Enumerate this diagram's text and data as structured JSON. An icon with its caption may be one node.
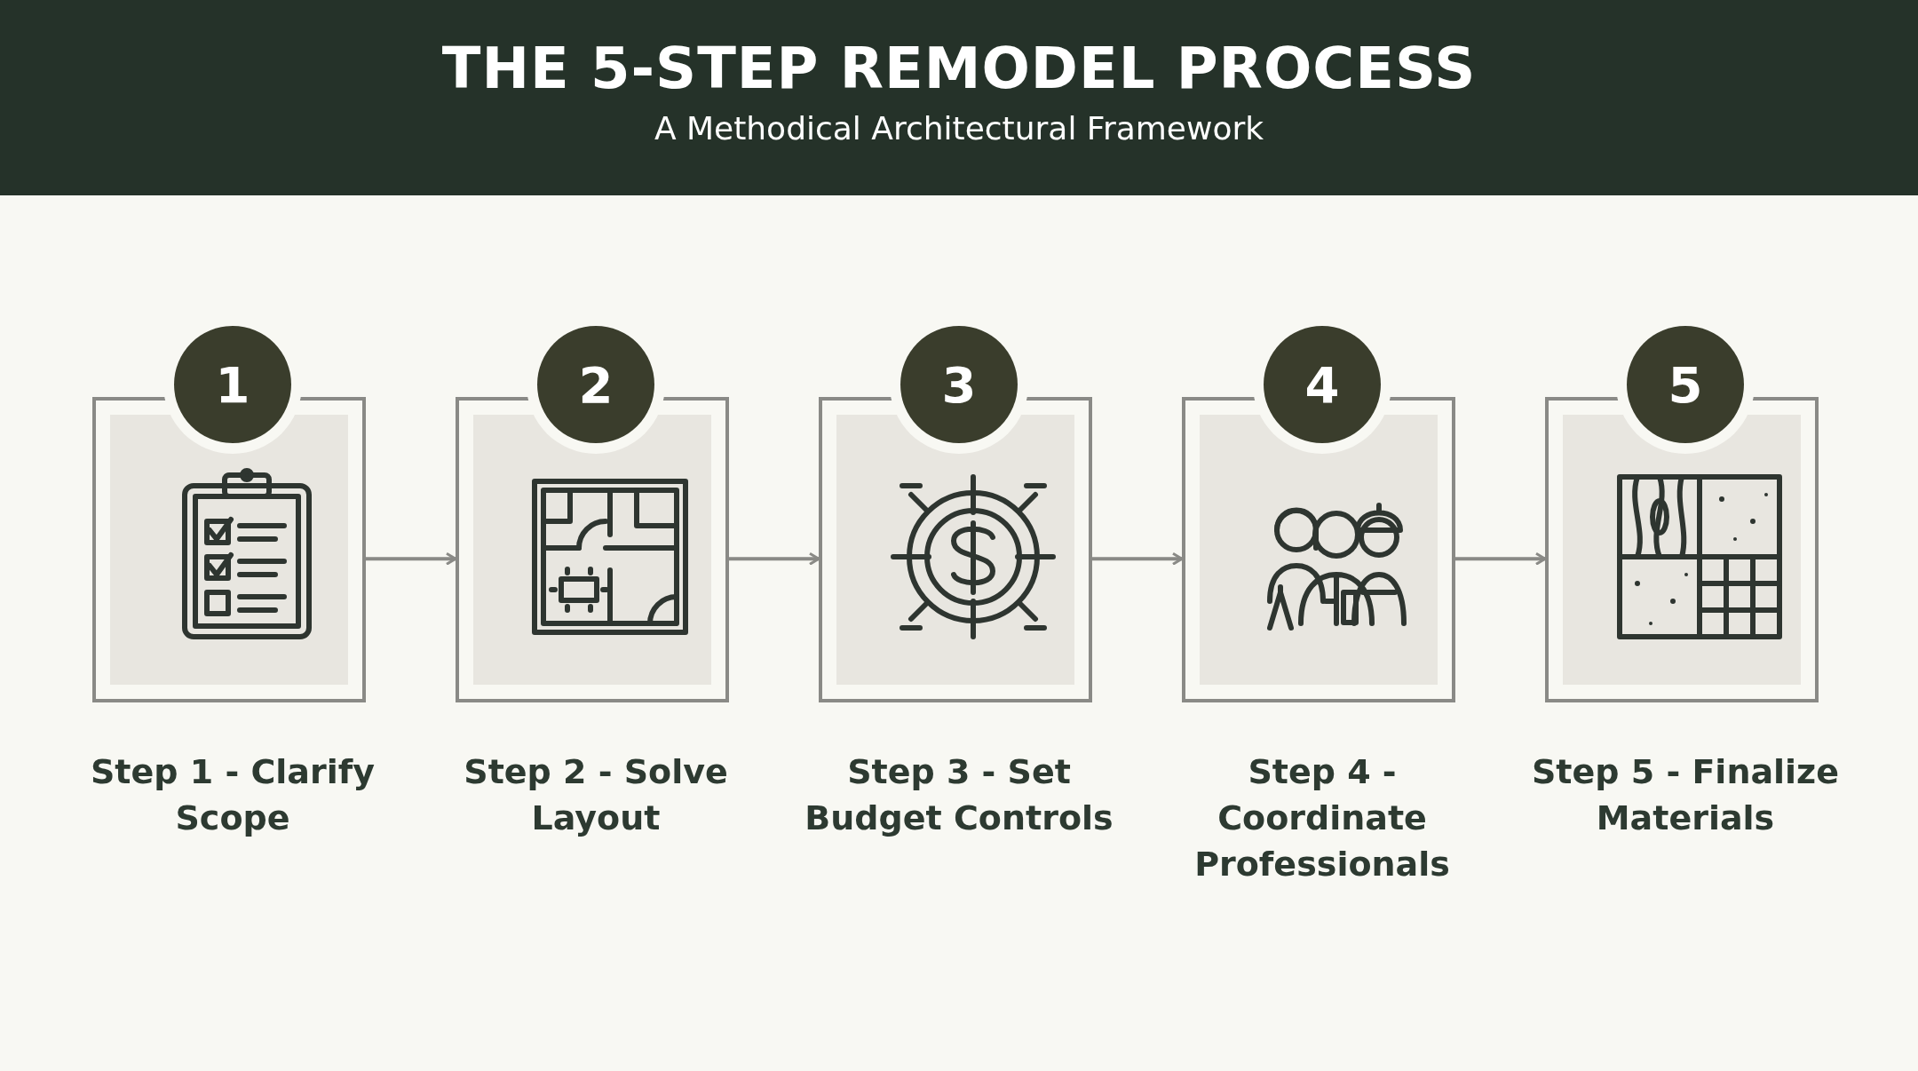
{
  "diagram": {
    "title": "THE 5-STEP REMODEL PROCESS",
    "caption": "A Methodical Architectural Framework",
    "nodes": [
      {
        "text": [
          "1",
          "Step 1 - Clarify Scope"
        ]
      },
      {
        "text": [
          "2",
          "Step 2 - Solve Layout"
        ]
      },
      {
        "text": [
          "3",
          "Step 3 - Set Budget Controls"
        ]
      },
      {
        "text": [
          "4",
          "Step 4 - Coordinate Professionals"
        ]
      },
      {
        "text": [
          "5",
          "Step 5 - Finalize Materials"
        ]
      }
    ],
    "edges": [
      {
        "from": 0,
        "to": 1,
        "arrow": "to"
      },
      {
        "from": 1,
        "to": 2,
        "arrow": "to"
      },
      {
        "from": 2,
        "to": 3,
        "arrow": "to"
      },
      {
        "from": 3,
        "to": 4,
        "arrow": "to"
      }
    ]
  }
}
